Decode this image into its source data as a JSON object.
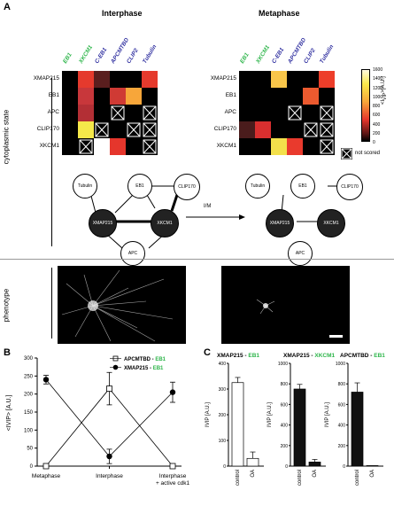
{
  "panelA": {
    "letter": "A",
    "interphase_title": "Interphase",
    "metaphase_title": "Metaphase",
    "columns": [
      {
        "label": "EB1",
        "color": "#2db54a"
      },
      {
        "label": "XKCM1",
        "color": "#2db54a"
      },
      {
        "label": "C-EB1",
        "color": "#3030a0"
      },
      {
        "label": "APCMTBD",
        "color": "#3030a0"
      },
      {
        "label": "CLIP2",
        "color": "#3030a0"
      },
      {
        "label": "Tubulin",
        "color": "#3030a0"
      }
    ],
    "rows": [
      "XMAP215",
      "EB1",
      "APC",
      "CLIP170",
      "XKCM1"
    ],
    "interphase": [
      [
        "#000000",
        "#e53a2d",
        "#5a1e1e",
        "#000000",
        "#000000",
        "#e53a2d"
      ],
      [
        "#000000",
        "#c8373b",
        "#000000",
        "#cf3a34",
        "#f7a63a",
        "#000000"
      ],
      [
        "#000000",
        "#b32f35",
        "#000000",
        "ns",
        "#000000",
        "ns"
      ],
      [
        "#000000",
        "#f5e84a",
        "ns",
        "#000000",
        "ns",
        "ns"
      ],
      [
        "#000000",
        "ns",
        "#ffffff",
        "#e5362c",
        "#000000",
        "ns"
      ]
    ],
    "metaphase": [
      [
        "#000000",
        "#000000",
        "#f9c64a",
        "#000000",
        "#000000",
        "#ed3e2a"
      ],
      [
        "#000000",
        "#000000",
        "#000000",
        "#000000",
        "#ec5a2f",
        "#000000"
      ],
      [
        "#000000",
        "#000000",
        "#000000",
        "ns",
        "#000000",
        "ns"
      ],
      [
        "#4a1c1c",
        "#d92f2f",
        "#000000",
        "#000000",
        "ns",
        "ns"
      ],
      [
        "#000000",
        "#000000",
        "#f3e04b",
        "#e93a2d",
        "#000000",
        "ns"
      ]
    ],
    "colorbar": {
      "label": "<I",
      "label_sub": "VIP",
      "label_tail": ">[A.U.]",
      "ticks": [
        "1600",
        "1400",
        "1200",
        "1000",
        "800",
        "600",
        "400",
        "200",
        "0"
      ],
      "legend_not_scored": "not scored"
    },
    "side_label_state": "cytoplasmic state",
    "side_label_phenotype": "phenotype",
    "transition_label": "I/M",
    "nodes_left": {
      "tubulin": "Tubulin",
      "eb1": "EB1",
      "clip170": "CLIP170",
      "xmap215": "XMAP215",
      "xkcm1": "XKCM1",
      "apc": "APC"
    },
    "nodes_right": {
      "tubulin": "Tubulin",
      "eb1": "EB1",
      "clip170": "CLIP170",
      "xmap215": "XMAP215",
      "xkcm1": "XKCM1",
      "apc": "APC"
    }
  },
  "panelB": {
    "letter": "B",
    "chart_data": {
      "type": "line",
      "categories": [
        "Metaphase",
        "Interphase",
        "Interphase + active cdk1"
      ],
      "series": [
        {
          "name": "APCMTBD - EB1",
          "marker": "open-square",
          "values": [
            0,
            215,
            0
          ],
          "errors": [
            0,
            45,
            0
          ]
        },
        {
          "name": "XMAP215 - EB1",
          "marker": "filled-circle",
          "values": [
            240,
            27,
            205
          ],
          "errors": [
            12,
            20,
            28
          ]
        }
      ],
      "ylabel": "<IVIP> [A.U.]",
      "ylim": [
        0,
        300
      ],
      "yticks": [
        0,
        50,
        100,
        150,
        200,
        250,
        300
      ]
    },
    "legend1_a": "APCMTBD",
    "legend1_b": "EB1",
    "legend2_a": "XMAP215",
    "legend2_b": "EB1",
    "cat1": "Metaphase",
    "cat2": "Interphase",
    "cat3a": "Interphase",
    "cat3b": "+ active cdk1"
  },
  "panelC": {
    "letter": "C",
    "chart_data": [
      {
        "type": "bar",
        "title": "XMAP215 - EB1",
        "categories": [
          "control",
          "OA"
        ],
        "values": [
          325,
          30
        ],
        "errors": [
          20,
          25
        ],
        "fill": "open",
        "ylabel": "IVIP [A.U.]",
        "ylim": [
          0,
          400
        ],
        "yticks": [
          0,
          100,
          200,
          300,
          400
        ]
      },
      {
        "type": "bar",
        "title": "XMAP215 - XKCM1",
        "categories": [
          "control",
          "OA"
        ],
        "values": [
          750,
          40
        ],
        "errors": [
          45,
          25
        ],
        "fill": "filled",
        "ylabel": "IVIP [A.U.]",
        "ylim": [
          0,
          1000
        ],
        "yticks": [
          0,
          200,
          400,
          600,
          800,
          1000
        ]
      },
      {
        "type": "bar",
        "title": "APCMTBD - EB1",
        "categories": [
          "control",
          "OA"
        ],
        "values": [
          720,
          5
        ],
        "errors": [
          90,
          0
        ],
        "fill": "filled",
        "ylabel": "IVIP [A.U.]",
        "ylim": [
          0,
          1000
        ],
        "yticks": [
          0,
          200,
          400,
          600,
          800,
          1000
        ]
      }
    ],
    "t1a": "XMAP215",
    "t1b": "EB1",
    "t2a": "XMAP215",
    "t2b": "XKCM1",
    "t3a": "APCMTBD",
    "t3b": "EB1"
  }
}
